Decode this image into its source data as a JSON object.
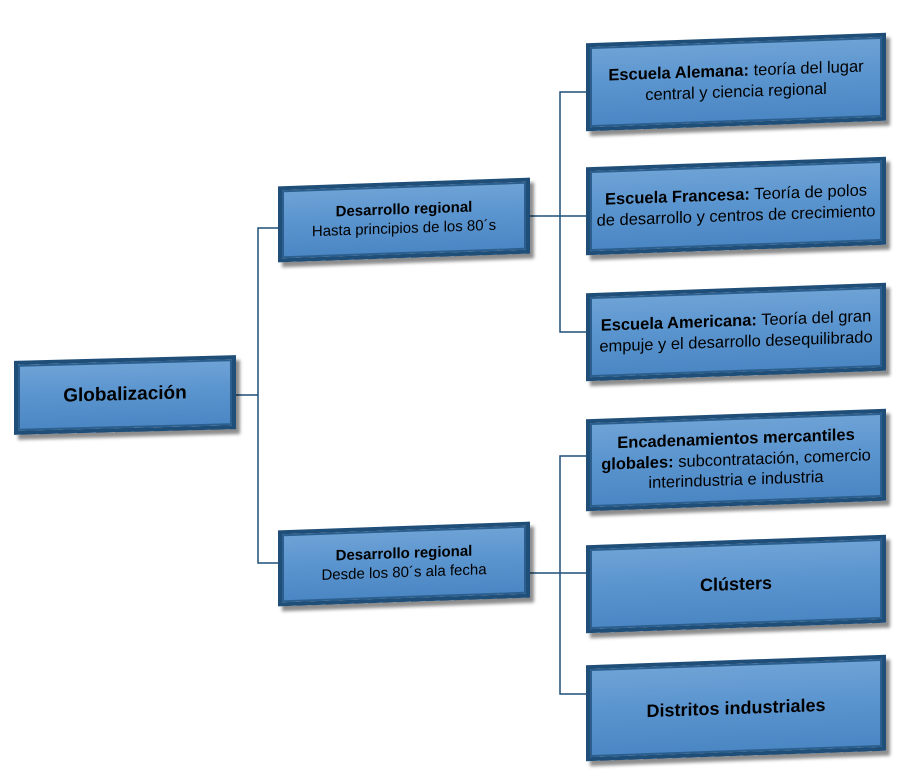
{
  "root": {
    "label": "Globalización"
  },
  "branches": [
    {
      "title": "Desarrollo regional",
      "subtitle": "Hasta principios de los 80´s",
      "leaves": [
        {
          "bold": "Escuela Alemana:",
          "text": " teoría del lugar central y ciencia regional"
        },
        {
          "bold": "Escuela Francesa:",
          "text": " Teoría de polos de desarrollo y centros de crecimiento"
        },
        {
          "bold": "Escuela Americana:",
          "text": " Teoría del gran empuje y el desarrollo desequilibrado"
        }
      ]
    },
    {
      "title": "Desarrollo regional",
      "subtitle": "Desde los 80´s ala fecha",
      "leaves": [
        {
          "bold": "Encadenamientos  mercantiles globales:",
          "text": " subcontratación, comercio interindustria e industria"
        },
        {
          "bold": "Clústers",
          "text": ""
        },
        {
          "bold": "Distritos industriales",
          "text": ""
        }
      ]
    }
  ],
  "colors": {
    "fill": "#5b95cf",
    "border": "#1f4e78",
    "connector": "#1f4e78"
  }
}
